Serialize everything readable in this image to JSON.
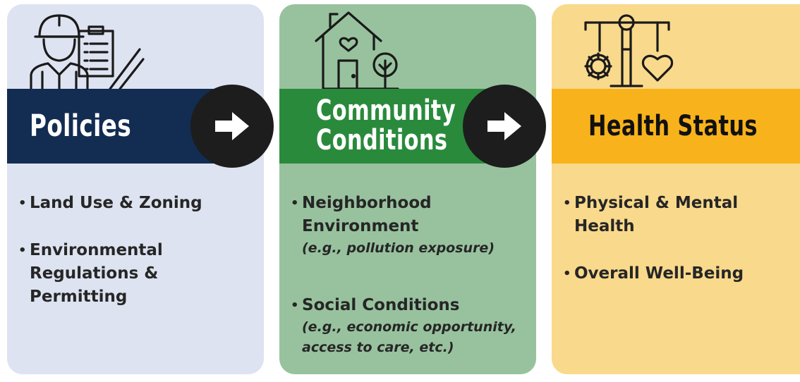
{
  "stages": [
    {
      "title_lines": [
        "Policies"
      ],
      "icon": "construction-worker-with-clipboard-icon",
      "items": [
        {
          "text": "Land Use & Zoning"
        },
        {
          "text": "Environmental Regulations & Permitting"
        }
      ]
    },
    {
      "title_lines": [
        "Community",
        "Conditions"
      ],
      "icon": "house-with-heart-and-tree-icon",
      "items": [
        {
          "text": "Neighborhood Environment",
          "example": "(e.g., pollution exposure)"
        },
        {
          "text": "Social Conditions",
          "example": "(e.g., economic opportunity, access to care, etc.)"
        }
      ]
    },
    {
      "title_lines": [
        "Health Status"
      ],
      "icon": "scale-with-gear-and-heart-icon",
      "items": [
        {
          "text": "Physical & Mental Health"
        },
        {
          "text": "Overall Well-Being"
        }
      ]
    }
  ],
  "arrows": [
    "arrow-right-icon",
    "arrow-right-icon"
  ],
  "colors": {
    "policies_band": "#132c52",
    "policies_panel": "#dde3f0",
    "community_band": "#2a8a3c",
    "community_panel": "#98c29e",
    "health_band": "#f8b21c",
    "health_panel": "#f9d98b",
    "arrow_circle": "#1d1d1d"
  }
}
